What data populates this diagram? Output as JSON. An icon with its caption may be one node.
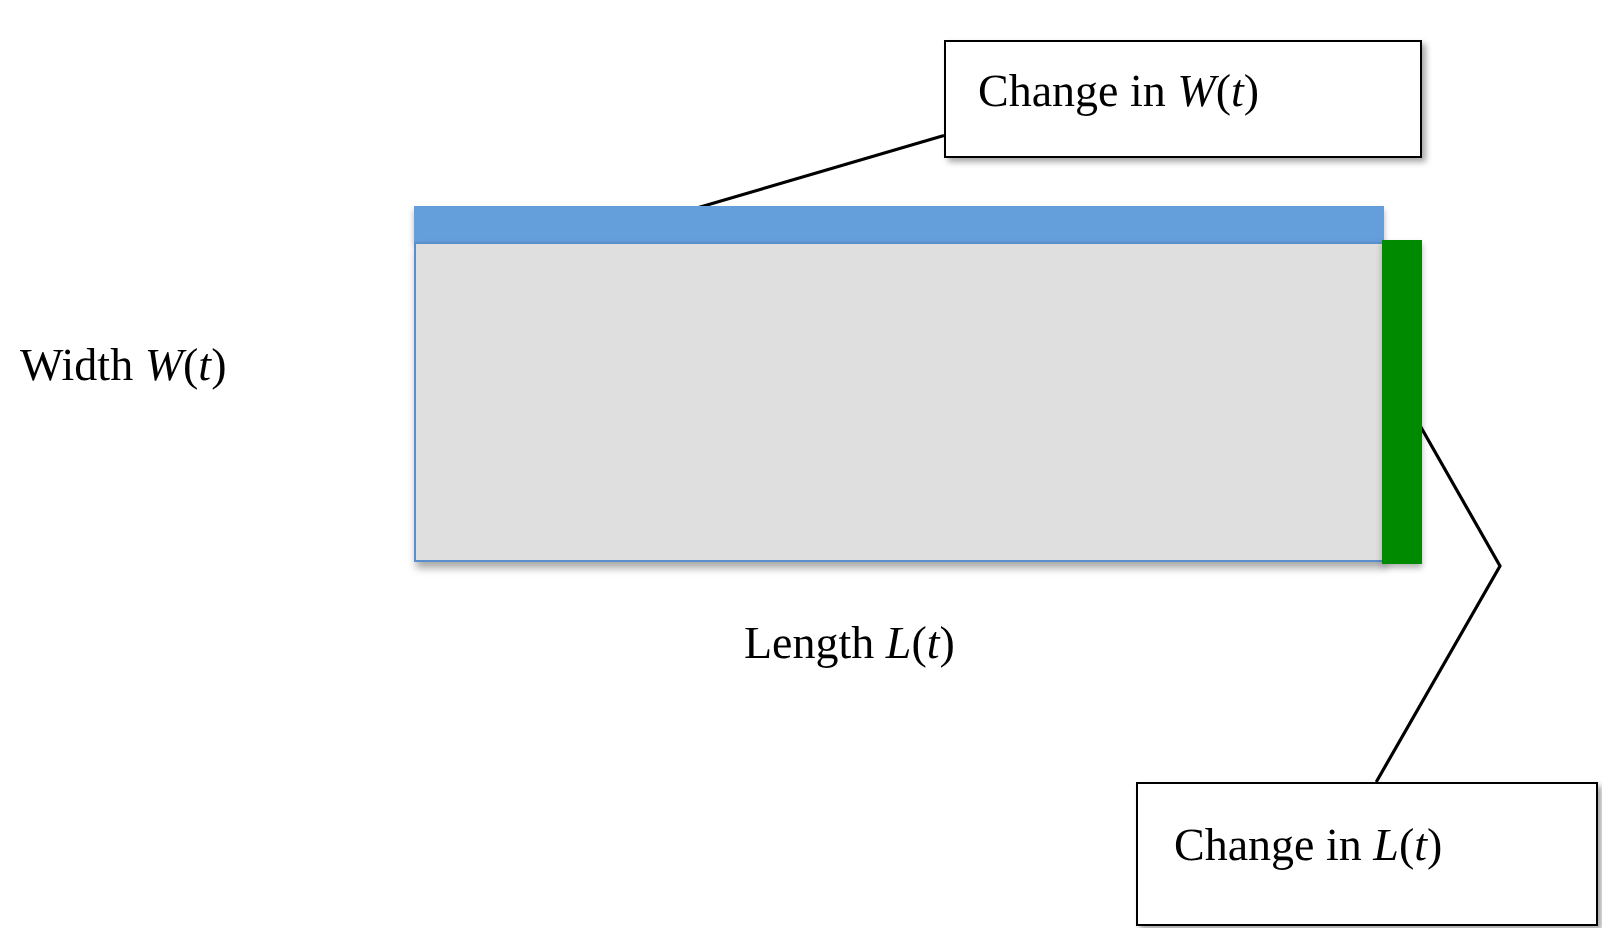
{
  "diagram": {
    "nodes": [
      {
        "text": [
          "Change in *W*(*t*)"
        ]
      },
      {
        "text": [],
        "shape": "bar"
      },
      {
        "text": [],
        "shape": "box"
      },
      {
        "text": [],
        "shape": "bar"
      },
      {
        "text": [
          "Change in *L*(*t*)"
        ]
      }
    ],
    "edges": [
      {
        "from": 0,
        "to": 1,
        "arrow": "none"
      },
      {
        "from": 4,
        "to": 3,
        "arrow": "none"
      }
    ],
    "labels": [
      "Width *W*(*t*)",
      "Length *L*(*t*)"
    ]
  }
}
